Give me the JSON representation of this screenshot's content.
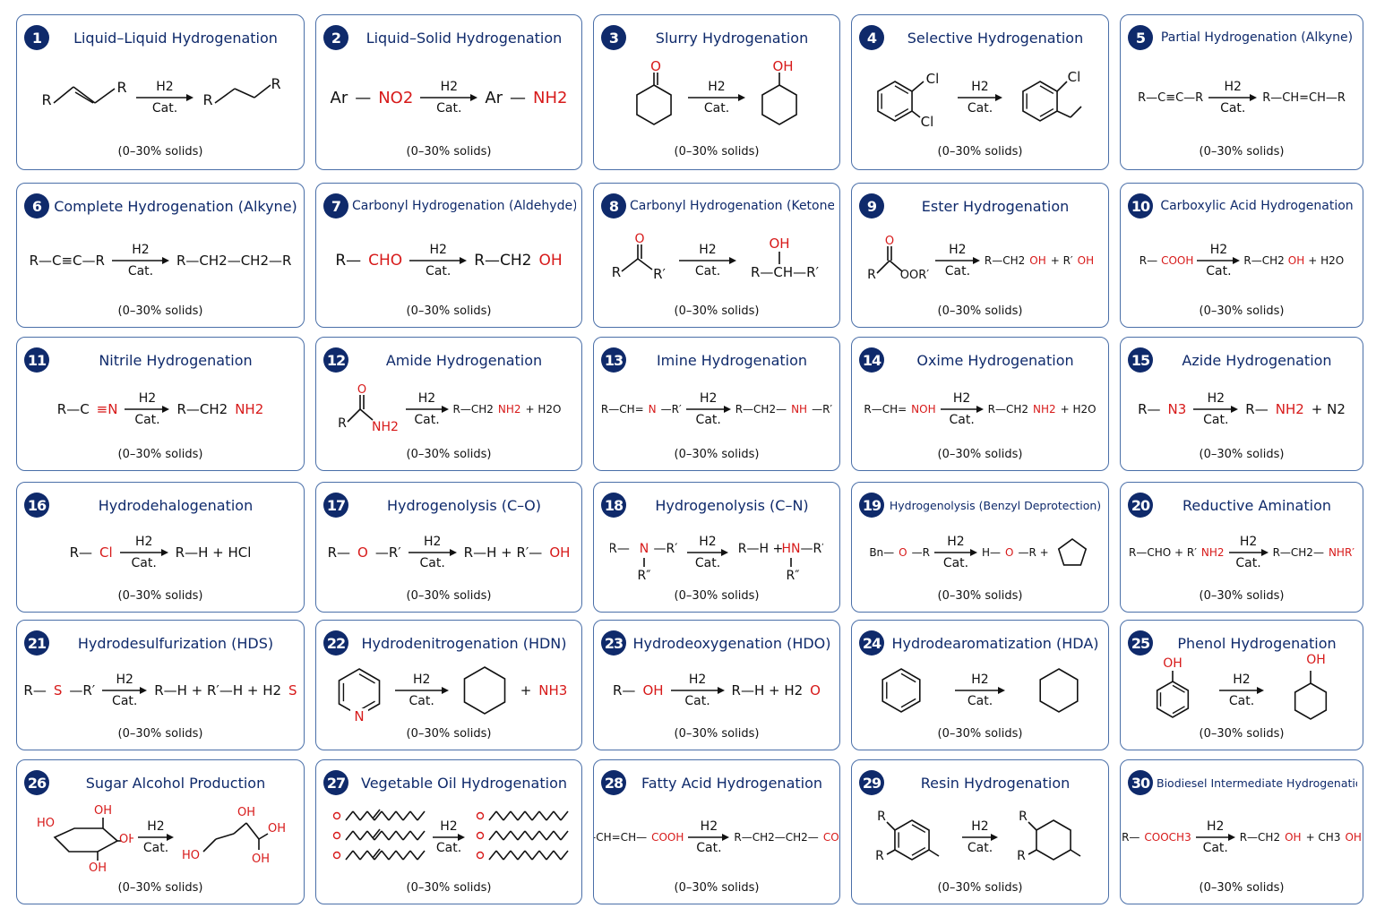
{
  "common": {
    "reagent": "H2",
    "catalyst": "Cat.",
    "solids": "(0–30% solids)"
  },
  "cards": [
    {
      "num": "1",
      "title": "Liquid–Liquid Hydrogenation"
    },
    {
      "num": "2",
      "title": "Liquid–Solid Hydrogenation"
    },
    {
      "num": "3",
      "title": "Slurry Hydrogenation"
    },
    {
      "num": "4",
      "title": "Selective Hydrogenation"
    },
    {
      "num": "5",
      "title": "Partial Hydrogenation (Alkyne)"
    },
    {
      "num": "6",
      "title": "Complete Hydrogenation (Alkyne)"
    },
    {
      "num": "7",
      "title": "Carbonyl Hydrogenation (Aldehyde)"
    },
    {
      "num": "8",
      "title": "Carbonyl Hydrogenation (Ketone)"
    },
    {
      "num": "9",
      "title": "Ester Hydrogenation"
    },
    {
      "num": "10",
      "title": "Carboxylic Acid Hydrogenation"
    },
    {
      "num": "11",
      "title": "Nitrile Hydrogenation"
    },
    {
      "num": "12",
      "title": "Amide Hydrogenation"
    },
    {
      "num": "13",
      "title": "Imine Hydrogenation"
    },
    {
      "num": "14",
      "title": "Oxime Hydrogenation"
    },
    {
      "num": "15",
      "title": "Azide Hydrogenation"
    },
    {
      "num": "16",
      "title": "Hydrodehalogenation"
    },
    {
      "num": "17",
      "title": "Hydrogenolysis (C–O)"
    },
    {
      "num": "18",
      "title": "Hydrogenolysis (C–N)"
    },
    {
      "num": "19",
      "title": "Hydrogenolysis (Benzyl Deprotection)"
    },
    {
      "num": "20",
      "title": "Reductive Amination"
    },
    {
      "num": "21",
      "title": "Hydrodesulfurization (HDS)"
    },
    {
      "num": "22",
      "title": "Hydrodenitrogenation (HDN)"
    },
    {
      "num": "23",
      "title": "Hydrodeoxygenation (HDO)"
    },
    {
      "num": "24",
      "title": "Hydrodearomatization (HDA)"
    },
    {
      "num": "25",
      "title": "Phenol Hydrogenation"
    },
    {
      "num": "26",
      "title": "Sugar Alcohol Production"
    },
    {
      "num": "27",
      "title": "Vegetable Oil Hydrogenation"
    },
    {
      "num": "28",
      "title": "Fatty Acid Hydrogenation"
    },
    {
      "num": "29",
      "title": "Resin Hydrogenation"
    },
    {
      "num": "30",
      "title": "Biodiesel Intermediate Hydrogenation"
    }
  ],
  "labels": {
    "R": "R",
    "Rp": "R′",
    "Rpp": "R″",
    "Ar": "Ar",
    "NO2": "NO2",
    "NH2": "NH2",
    "O": "O",
    "OH": "OH",
    "Cl": "Cl",
    "N": "N",
    "r5": "R—C≡C—R",
    "p5": "R—CH=CH—R",
    "r6": "R—C≡C—R",
    "p6": "R—CH2—CH2—R",
    "r7a": "R—",
    "r7b": "CHO",
    "p7a": "R—CH2",
    "p7b": "OH",
    "p8a": "R—CH—R′",
    "r9": "OOR′",
    "p9a": "R—CH2",
    "p9b": "OH",
    "p9c": " + R′",
    "p9d": "OH",
    "r10a": "R—",
    "r10b": "COOH",
    "p10a": "R—CH2",
    "p10b": "OH",
    "p10c": " + H2O",
    "r11a": "R—C",
    "r11b": "≡N",
    "p11a": "R—CH2",
    "p11b": "NH2",
    "p12a": "R—CH2",
    "p12b": "NH2",
    "p12c": " + H2O",
    "r13a": "R—CH=",
    "r13b": "N",
    "r13c": "—R′",
    "p13a": "R—CH2—",
    "p13b": "NH",
    "p13c": "—R′",
    "r14a": "R—CH=",
    "r14b": "NOH",
    "p14a": "R—CH2",
    "p14b": "NH2",
    "p14c": " + H2O",
    "r15a": "R—",
    "r15b": "N3",
    "p15a": "R—",
    "p15b": "NH2",
    "p15c": " +  N2",
    "r16a": "R—",
    "r16b": "Cl",
    "p16": "R—H + HCl",
    "r17a": "R—",
    "r17b": "O",
    "r17c": "—R′",
    "p17a": "R—H + R′—",
    "p17b": "OH",
    "r18a": "R—",
    "r18b": "N",
    "r18c": "—R′",
    "p18a": "R—H + ",
    "p18b": "HN",
    "p18c": "—R′",
    "r19a": "Bn—",
    "r19b": "O",
    "r19c": "—R",
    "p19a": "H—",
    "p19b": "O",
    "p19c": "—R  +",
    "r20a": "R—CHO  +  R′",
    "r20b": "NH2",
    "p20a": "R—CH2—",
    "p20b": "NHR′",
    "r21a": "R—",
    "r21b": "S",
    "r21c": "—R′",
    "p21a": "R—H + R′—H + H2",
    "p21b": "S",
    "p22": "+",
    "p22b": "NH3",
    "r23a": "R—",
    "r23b": "OH",
    "p23a": "R—H  +  H2",
    "p23b": "O",
    "HO": "HO",
    "r28a": "R—CH=CH—",
    "r28b": "COOH",
    "p28a": "R—CH2—CH2—",
    "p28b": "COOH",
    "r30a": "R—",
    "r30b": "COOCH3",
    "p30a": "R—CH2",
    "p30b": "OH",
    "p30c": " + CH3",
    "p30d": "OH"
  }
}
